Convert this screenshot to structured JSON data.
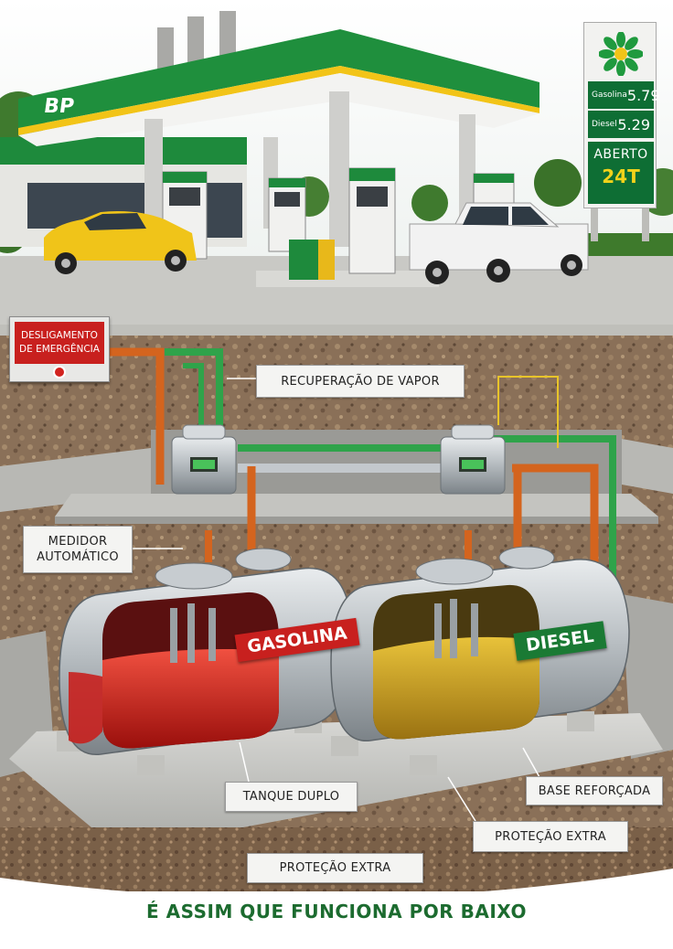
{
  "station": {
    "brand": "BP",
    "price_sign": {
      "rows": [
        {
          "label": "Gasolina",
          "price": "5.79"
        },
        {
          "label": "Diesel",
          "price": "5.29"
        }
      ],
      "status": "ABERTO",
      "hours": "24T"
    }
  },
  "emergency": {
    "line1": "DESLIGAMENTO",
    "line2": "DE EMERGÊNCIA"
  },
  "callouts": {
    "vapor": "RECUPERAÇÃO DE VAPOR",
    "meter_line1": "MEDIDOR",
    "meter_line2": "AUTOMÁTICO",
    "double_tank": "TANQUE DUPLO",
    "base": "BASE REFORÇADA",
    "protection_right": "PROTEÇÃO EXTRA",
    "protection_bottom": "PROTEÇÃO EXTRA"
  },
  "tanks": [
    {
      "label": "GASOLINA",
      "color": "#c8201e"
    },
    {
      "label": "DIESEL",
      "color": "#1a7a34"
    }
  ],
  "footer": "É ASSIM QUE FUNCIONA POR BAIXO"
}
